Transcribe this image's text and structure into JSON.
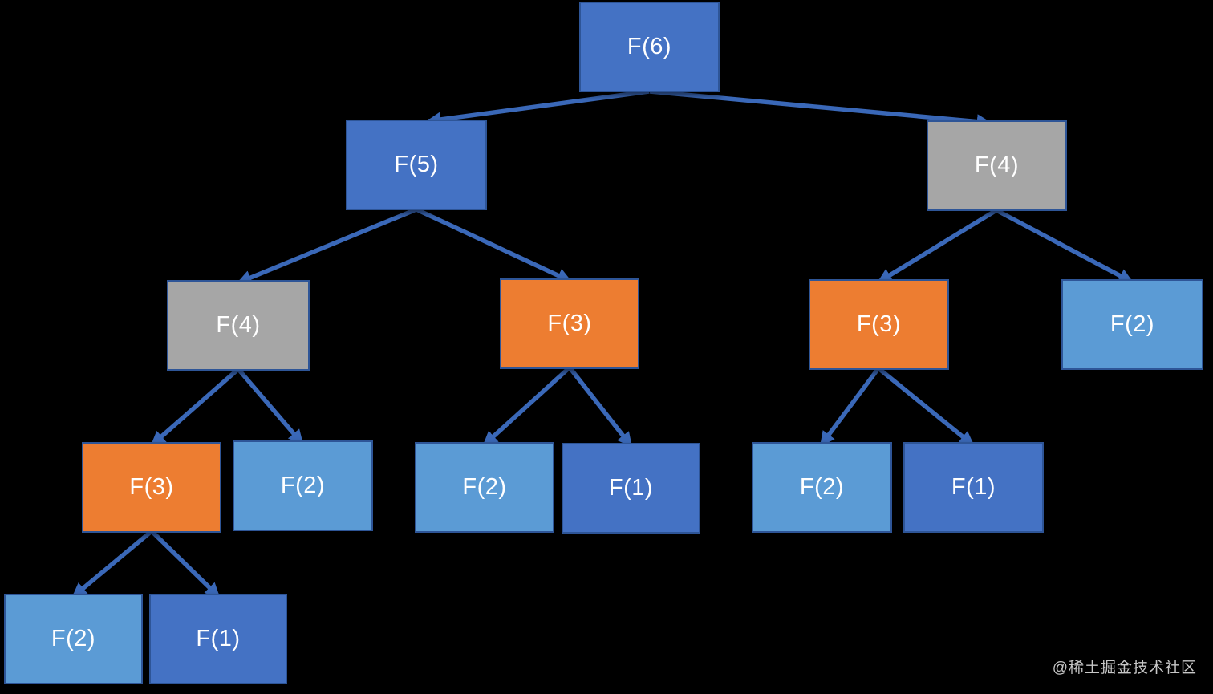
{
  "diagram": {
    "type": "tree",
    "description_label": "Fibonacci recursion tree"
  },
  "tree": {
    "nodes": [
      {
        "id": "f6",
        "label": "F(6)",
        "color": "blue"
      },
      {
        "id": "f5",
        "label": "F(5)",
        "color": "blue"
      },
      {
        "id": "f4-r",
        "label": "F(4)",
        "color": "gray"
      },
      {
        "id": "f4-l",
        "label": "F(4)",
        "color": "gray"
      },
      {
        "id": "f3-m",
        "label": "F(3)",
        "color": "orange"
      },
      {
        "id": "f3-r",
        "label": "F(3)",
        "color": "orange"
      },
      {
        "id": "f2-rr",
        "label": "F(2)",
        "color": "light_blue"
      },
      {
        "id": "f3-ll",
        "label": "F(3)",
        "color": "orange"
      },
      {
        "id": "f2-lr",
        "label": "F(2)",
        "color": "light_blue"
      },
      {
        "id": "f2-ml",
        "label": "F(2)",
        "color": "light_blue"
      },
      {
        "id": "f1-mr",
        "label": "F(1)",
        "color": "blue"
      },
      {
        "id": "f2-rl",
        "label": "F(2)",
        "color": "light_blue"
      },
      {
        "id": "f1-rr",
        "label": "F(1)",
        "color": "blue"
      },
      {
        "id": "f2-bl",
        "label": "F(2)",
        "color": "light_blue"
      },
      {
        "id": "f1-br",
        "label": "F(1)",
        "color": "blue"
      }
    ],
    "edges": [
      {
        "from": "f6",
        "to": "f5"
      },
      {
        "from": "f6",
        "to": "f4-r"
      },
      {
        "from": "f5",
        "to": "f4-l"
      },
      {
        "from": "f5",
        "to": "f3-m"
      },
      {
        "from": "f4-r",
        "to": "f3-r"
      },
      {
        "from": "f4-r",
        "to": "f2-rr"
      },
      {
        "from": "f4-l",
        "to": "f3-ll"
      },
      {
        "from": "f4-l",
        "to": "f2-lr"
      },
      {
        "from": "f3-m",
        "to": "f2-ml"
      },
      {
        "from": "f3-m",
        "to": "f1-mr"
      },
      {
        "from": "f3-r",
        "to": "f2-rl"
      },
      {
        "from": "f3-r",
        "to": "f1-rr"
      },
      {
        "from": "f3-ll",
        "to": "f2-bl"
      },
      {
        "from": "f3-ll",
        "to": "f1-br"
      }
    ]
  },
  "colors": {
    "node_blue": "#4472C4",
    "node_light_blue": "#5B9BD5",
    "node_gray": "#A6A6A6",
    "node_orange": "#ED7D31",
    "node_border": "#2E5597",
    "edge": "#3A68B8",
    "node_text": "#FFFFFF",
    "background": "#000000",
    "watermark_color": "#D8D8D8"
  },
  "watermark": {
    "text": "@稀土掘金技术社区"
  }
}
